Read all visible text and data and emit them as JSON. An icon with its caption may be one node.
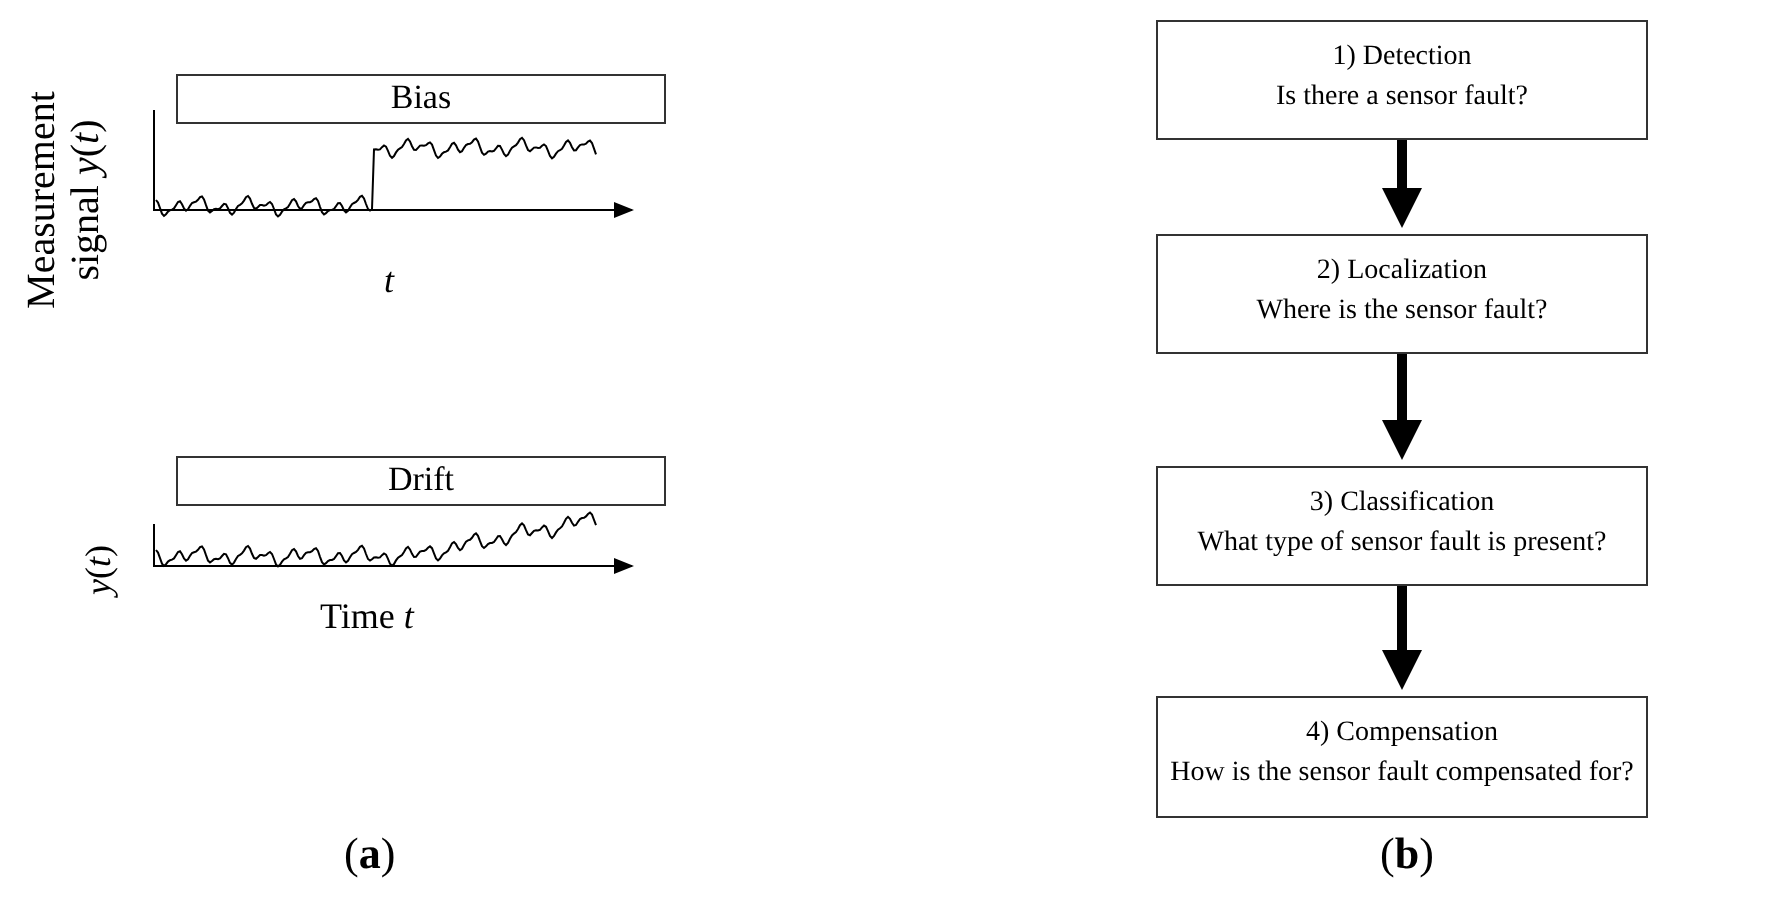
{
  "diagram": {
    "nodes": [
      {
        "text": [
          "Bias"
        ]
      },
      {
        "text": [
          "Drift"
        ]
      },
      {
        "text": [
          "1) Detection",
          "Is there a sensor fault?"
        ]
      },
      {
        "text": [
          "2) Localization",
          "Where is the sensor fault?"
        ]
      },
      {
        "text": [
          "3) Classification",
          "What type of sensor fault is present?"
        ]
      },
      {
        "text": [
          "4) Compensation",
          "How is the sensor fault compensated for?"
        ]
      }
    ],
    "edges": [
      {
        "from": 2,
        "to": 3,
        "arrow": "to"
      },
      {
        "from": 3,
        "to": 4,
        "arrow": "to"
      },
      {
        "from": 4,
        "to": 5,
        "arrow": "to"
      }
    ],
    "labels": [
      "Measurement signal *y*(*t*)",
      "*t*",
      "*y*(*t*)",
      "Time *t*",
      "(**a**)",
      "(**b**)"
    ]
  }
}
